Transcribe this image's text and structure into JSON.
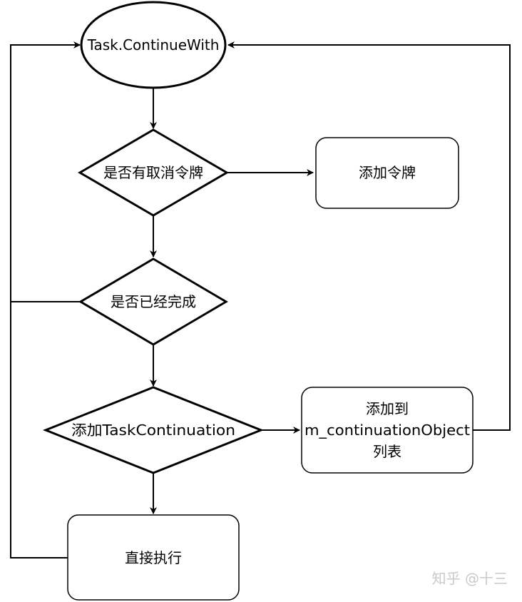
{
  "nodes": {
    "start": "Task.ContinueWith",
    "check_token": "是否有取消令牌",
    "add_token": "添加令牌",
    "check_done": "是否已经完成",
    "add_continuation": "添加TaskContinuation",
    "add_to_list": {
      "line1": "添加到",
      "line2": "m_continuationObject",
      "line3": "列表"
    },
    "execute": "直接执行"
  },
  "watermark": "知乎 @十三",
  "colors": {
    "stroke": "#000000",
    "fill": "#ffffff",
    "watermark": "#c9c9c9"
  }
}
